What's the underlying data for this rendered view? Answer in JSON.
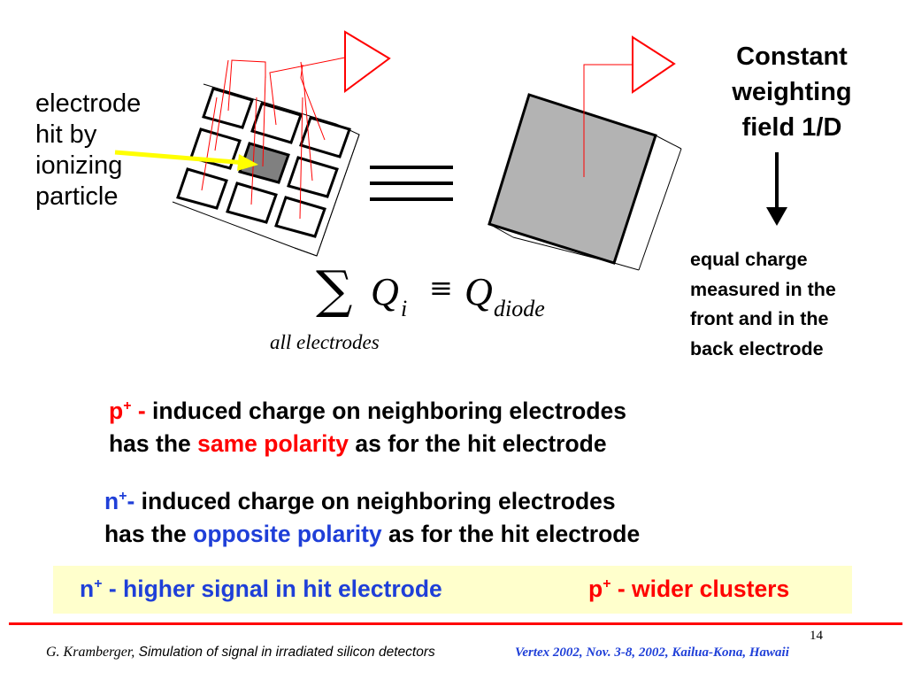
{
  "left_label": [
    "electrode",
    "hit by",
    "ionizing",
    "particle"
  ],
  "right_top_label": [
    "Constant",
    "weighting",
    "field 1/D"
  ],
  "right_bottom_label": [
    "equal charge",
    "measured in the",
    "front and in the",
    "back electrode"
  ],
  "formula": {
    "sum": "∑",
    "q": "Q",
    "i": "i",
    "equiv": "≡",
    "q2": "Q",
    "diode": "diode",
    "under": "all electrodes"
  },
  "equivalence_symbol": "≡",
  "p_para": {
    "p": "p",
    "plus": "+",
    "dash": " - ",
    "line1_rest": "induced charge on neighboring electrodes",
    "line2_start": "has the ",
    "line2_emph": "same polarity",
    "line2_end": " as for the hit electrode"
  },
  "n_para": {
    "n": "n",
    "plus": "+",
    "dash": "- ",
    "line1_rest": "induced charge on neighboring electrodes",
    "line2_start": "has the ",
    "line2_emph": "opposite polarity",
    "line2_end": " as for the hit electrode"
  },
  "highlight": {
    "n": "n",
    "n_plus": "+",
    "n_rest": " - higher signal in hit electrode",
    "p": "p",
    "p_plus": "+",
    "p_rest": " - wider clusters"
  },
  "page_number": "14",
  "footer": {
    "author": "G. Kramberger,",
    "title": " Simulation of signal in irradiated silicon detectors",
    "conference": "Vertex 2002, Nov.  3-8, 2002, Kailua-Kona, Hawaii"
  },
  "colors": {
    "red": "#ff0000",
    "blue": "#1f3fd8",
    "yellow_arrow": "#ffff00",
    "highlight_bg": "#ffffcc",
    "footer_line": "#ff0000"
  }
}
